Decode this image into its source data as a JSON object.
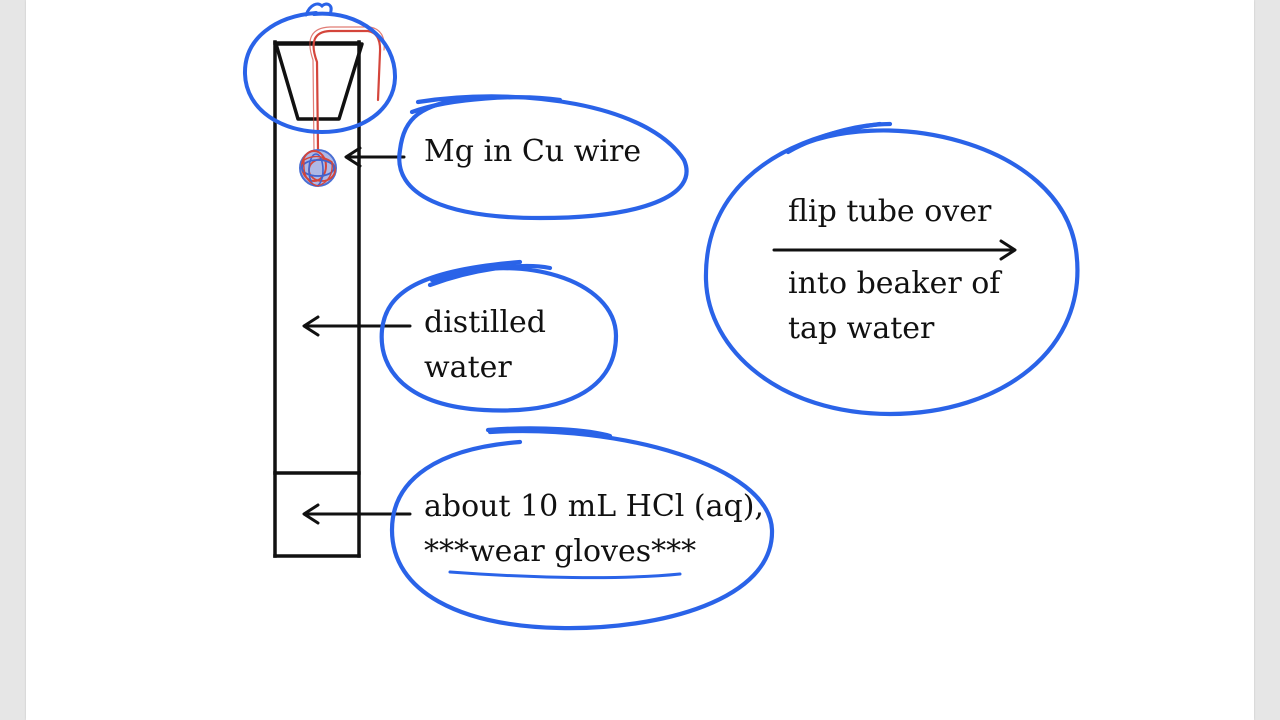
{
  "labels": {
    "mg_wire": "Mg in Cu wire",
    "distilled_1": "distilled",
    "distilled_2": "water",
    "hcl_1": "about 10 mL HCl (aq),",
    "hcl_2": "***wear gloves***",
    "flip_1": "flip tube over",
    "flip_2": "into beaker of",
    "flip_3": "tap water"
  },
  "colors": {
    "ink": "#111111",
    "annotation_blue": "#2a63e8",
    "wire_red": "#d4453b",
    "coil_blue": "#5a7fd6",
    "background": "#ffffff",
    "margin": "#e6e6e6"
  }
}
